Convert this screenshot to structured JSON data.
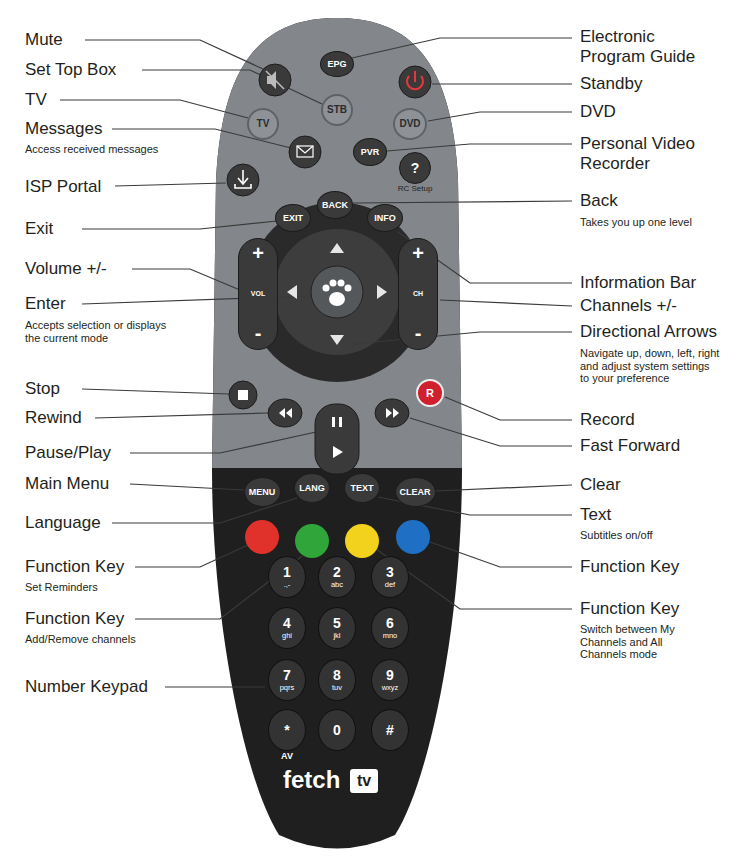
{
  "diagram": {
    "nodes": [
      {
        "text": [
          "EPG"
        ]
      },
      {
        "text": [
          "STB"
        ]
      },
      {
        "text": [
          "TV"
        ]
      },
      {
        "text": [
          "DVD"
        ]
      },
      {
        "text": [
          "PVR"
        ]
      },
      {
        "text": [
          "?",
          "RC Setup"
        ]
      },
      {
        "text": [
          "BACK"
        ]
      },
      {
        "text": [
          "EXIT"
        ]
      },
      {
        "text": [
          "INFO"
        ]
      },
      {
        "text": [
          "+",
          "VOL",
          "-"
        ]
      },
      {
        "text": [
          "+",
          "CH",
          "-"
        ]
      },
      {
        "text": [
          "R"
        ]
      },
      {
        "text": [
          "MENU"
        ]
      },
      {
        "text": [
          "LANG"
        ]
      },
      {
        "text": [
          "TEXT"
        ]
      },
      {
        "text": [
          "CLEAR"
        ]
      },
      {
        "text": [
          "1",
          ".,-"
        ]
      },
      {
        "text": [
          "2",
          "abc"
        ]
      },
      {
        "text": [
          "3",
          "def"
        ]
      },
      {
        "text": [
          "4",
          "ghi"
        ]
      },
      {
        "text": [
          "5",
          "jkl"
        ]
      },
      {
        "text": [
          "6",
          "mno"
        ]
      },
      {
        "text": [
          "7",
          "pqrs"
        ]
      },
      {
        "text": [
          "8",
          "tuv"
        ]
      },
      {
        "text": [
          "9",
          "wxyz"
        ]
      },
      {
        "text": [
          "*",
          "AV"
        ]
      },
      {
        "text": [
          "0"
        ]
      },
      {
        "text": [
          "#"
        ]
      },
      {
        "text": [
          "tv"
        ]
      }
    ],
    "labels": [
      "Mute",
      "Set Top Box",
      "TV",
      "Messages",
      "Access received messages",
      "ISP Portal",
      "Exit",
      "Volume +/-",
      "Enter",
      "Accepts selection or displays the current mode",
      "Stop",
      "Rewind",
      "Pause/Play",
      "Main Menu",
      "Language",
      "Function Key",
      "Set Reminders",
      "Function Key",
      "Add/Remove channels",
      "Number Keypad",
      "Electronic Program Guide",
      "Standby",
      "DVD",
      "Personal Video Recorder",
      "Back",
      "Takes you up one level",
      "Information Bar",
      "Channels +/-",
      "Directional Arrows",
      "Navigate up, down, left, right and adjust system settings to your preference",
      "Record",
      "Fast Forward",
      "Clear",
      "Text",
      "Subtitles on/off",
      "Function Key",
      "Function Key",
      "Switch between My Channels and All Channels mode",
      "fetch"
    ]
  }
}
